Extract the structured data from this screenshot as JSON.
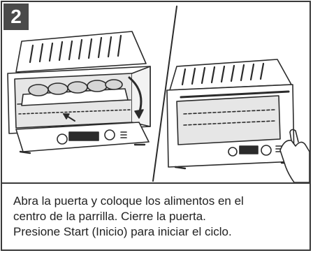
{
  "step": {
    "number": "2"
  },
  "panels": [
    {
      "icon": "oven-door-open-food-on-rack-icon"
    },
    {
      "icon": "oven-door-closed-hand-pressing-start-icon"
    }
  ],
  "instruction": {
    "lines": [
      "Abra la puerta y coloque los alimentos en el",
      "centro de la parrilla. Cierre la puerta.",
      "Presione Start (Inicio) para iniciar el ciclo."
    ]
  },
  "colors": {
    "badge_bg": "#4a4a4a",
    "line": "#3a3a3a",
    "text": "#222222"
  }
}
